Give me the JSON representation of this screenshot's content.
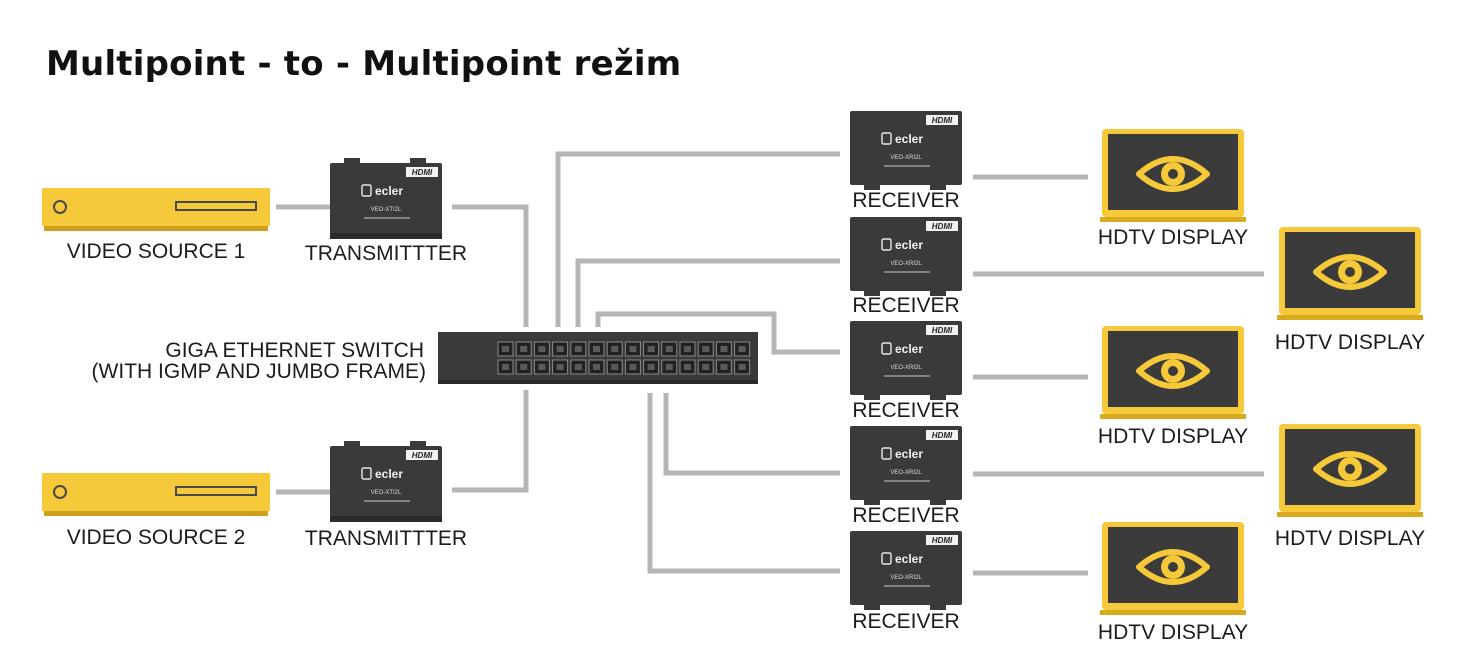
{
  "title": "Multipoint - to - Multipoint režim",
  "switch": {
    "label_line1": "GIGA ETHERNET SWITCH",
    "label_line2": "(WITH IGMP AND JUMBO FRAME)"
  },
  "sources": [
    {
      "label": "VIDEO SOURCE 1"
    },
    {
      "label": "VIDEO SOURCE 2"
    }
  ],
  "transmitters": [
    {
      "label": "TRANSMITTTER",
      "brand": "ecler",
      "badge": "HDMI",
      "model": "VEO-XTI2L"
    },
    {
      "label": "TRANSMITTTER",
      "brand": "ecler",
      "badge": "HDMI",
      "model": "VEO-XTI2L"
    }
  ],
  "receivers": [
    {
      "label": "RECEIVER",
      "brand": "ecler",
      "badge": "HDMI",
      "model": "VEO-XRI2L"
    },
    {
      "label": "RECEIVER",
      "brand": "ecler",
      "badge": "HDMI",
      "model": "VEO-XRI2L"
    },
    {
      "label": "RECEIVER",
      "brand": "ecler",
      "badge": "HDMI",
      "model": "VEO-XRI2L"
    },
    {
      "label": "RECEIVER",
      "brand": "ecler",
      "badge": "HDMI",
      "model": "VEO-XRI2L"
    },
    {
      "label": "RECEIVER",
      "brand": "ecler",
      "badge": "HDMI",
      "model": "VEO-XRI2L"
    }
  ],
  "displays": [
    {
      "label": "HDTV DISPLAY"
    },
    {
      "label": "HDTV DISPLAY"
    },
    {
      "label": "HDTV DISPLAY"
    },
    {
      "label": "HDTV DISPLAY"
    },
    {
      "label": "HDTV DISPLAY"
    }
  ],
  "colors": {
    "accent_yellow": "#f5c93a",
    "device_dark": "#3a3a3a",
    "cable_gray": "#b5b5b5"
  },
  "icons": {
    "display": "eye-icon",
    "source": "set-top-box-icon"
  }
}
